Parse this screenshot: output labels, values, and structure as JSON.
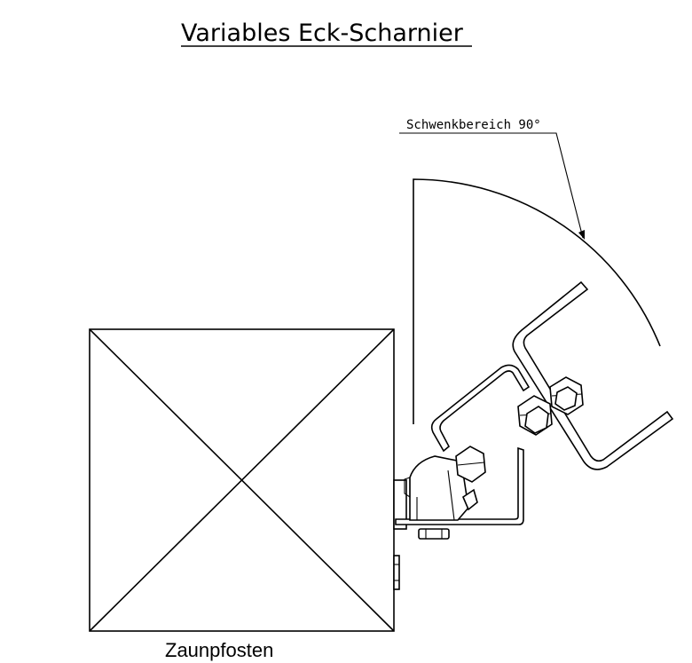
{
  "diagram": {
    "title": "Variables Eck-Scharnier",
    "swing_range_label": "Schwenkbereich 90°",
    "post_label": "Zaunpfosten"
  }
}
